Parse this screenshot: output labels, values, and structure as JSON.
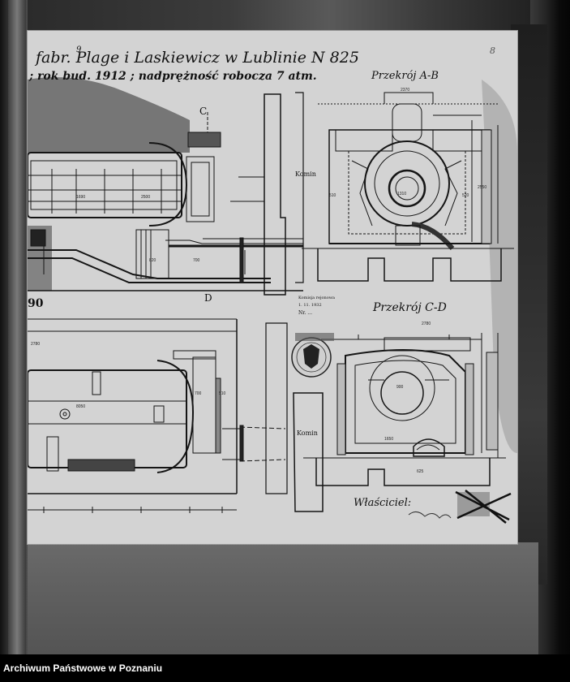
{
  "drawing": {
    "title": "fabr. Plage i Laskiewicz w Lublinie N 825",
    "subtitle": "; rok bud. 1912 ; nadprężność robocza 7 atm.",
    "sheet_number": "9",
    "page_mark": "8",
    "section_ab": "Przekrój A-B",
    "section_cd": "Przekrój C-D",
    "label_c": "C",
    "label_d": "D",
    "kamin_label": "Komin",
    "scale_number": "90",
    "owner_label": "Właściciel:",
    "stamp_note_1": "Komisja rejonowa",
    "stamp_note_2": "1. 11. 1932",
    "stamp_note_3": "Nr. ..."
  },
  "dimensions": {
    "d2370": "2370",
    "d1310": "1310",
    "d2550": "2550",
    "d1690": "1690",
    "d2500": "2500",
    "d520": "520",
    "d510": "510",
    "d625": "625",
    "d2780": "2780",
    "d900": "900",
    "d8050": "8050",
    "d700": "700",
    "d1650": "1650",
    "d820": "820"
  },
  "footer": {
    "archive": "Archiwum Państwowe w Poznaniu"
  }
}
